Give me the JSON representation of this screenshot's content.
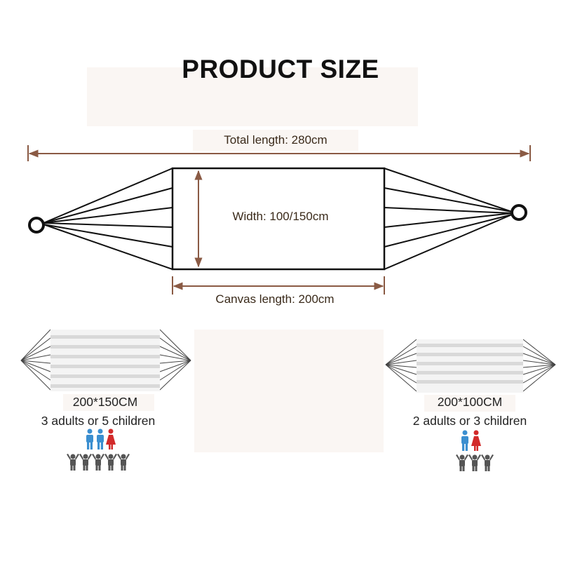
{
  "title": "PRODUCT SIZE",
  "dimensions": {
    "total_length": "Total length: 280cm",
    "width": "Width: 100/150cm",
    "canvas_length": "Canvas length: 200cm"
  },
  "variants": [
    {
      "size": "200*150CM",
      "capacity": "3 adults or 5 children",
      "adults": 3,
      "children": 5
    },
    {
      "size": "200*100CM",
      "capacity": "2 adults or 3 children",
      "adults": 2,
      "children": 3
    }
  ],
  "colors": {
    "dimension_line": "#8a5a44",
    "rope": "#111111",
    "adult_male": "#3b8fd0",
    "adult_female": "#d22a2a",
    "child": "#555555",
    "stripe_light": "#f4f4f4",
    "stripe_dark": "#d9d9d9"
  },
  "icons": [
    "adult-male-icon",
    "adult-female-icon",
    "child-icon"
  ]
}
